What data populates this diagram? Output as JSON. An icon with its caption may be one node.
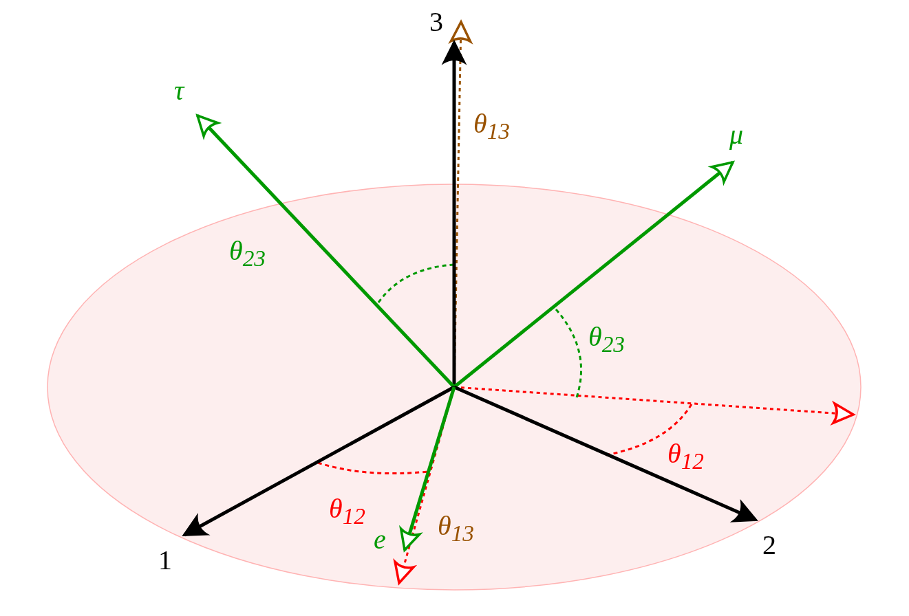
{
  "diagram": {
    "nodes": [
      {
        "text": [
          "3"
        ]
      },
      {
        "text": [
          "τ"
        ]
      },
      {
        "text": [
          "μ"
        ]
      },
      {
        "text": [
          "1"
        ]
      },
      {
        "text": [
          "2"
        ]
      },
      {
        "text": [
          "e"
        ]
      }
    ],
    "edges": [
      {
        "from": null,
        "to": 0,
        "arrow": "to"
      },
      {
        "from": null,
        "to": 1,
        "arrow": "to",
        "color": "#009900"
      },
      {
        "from": null,
        "to": 2,
        "arrow": "to",
        "color": "#009900"
      },
      {
        "from": null,
        "to": 3,
        "arrow": "to"
      },
      {
        "from": null,
        "to": 4,
        "arrow": "to"
      },
      {
        "from": null,
        "to": 5,
        "arrow": "to",
        "color": "#009900"
      }
    ],
    "labels": [
      "θ$_{13}$",
      "θ$_{23}$",
      "θ$_{23}$",
      "θ$_{12}$",
      "θ$_{12}$",
      "θ$_{13}$"
    ]
  }
}
